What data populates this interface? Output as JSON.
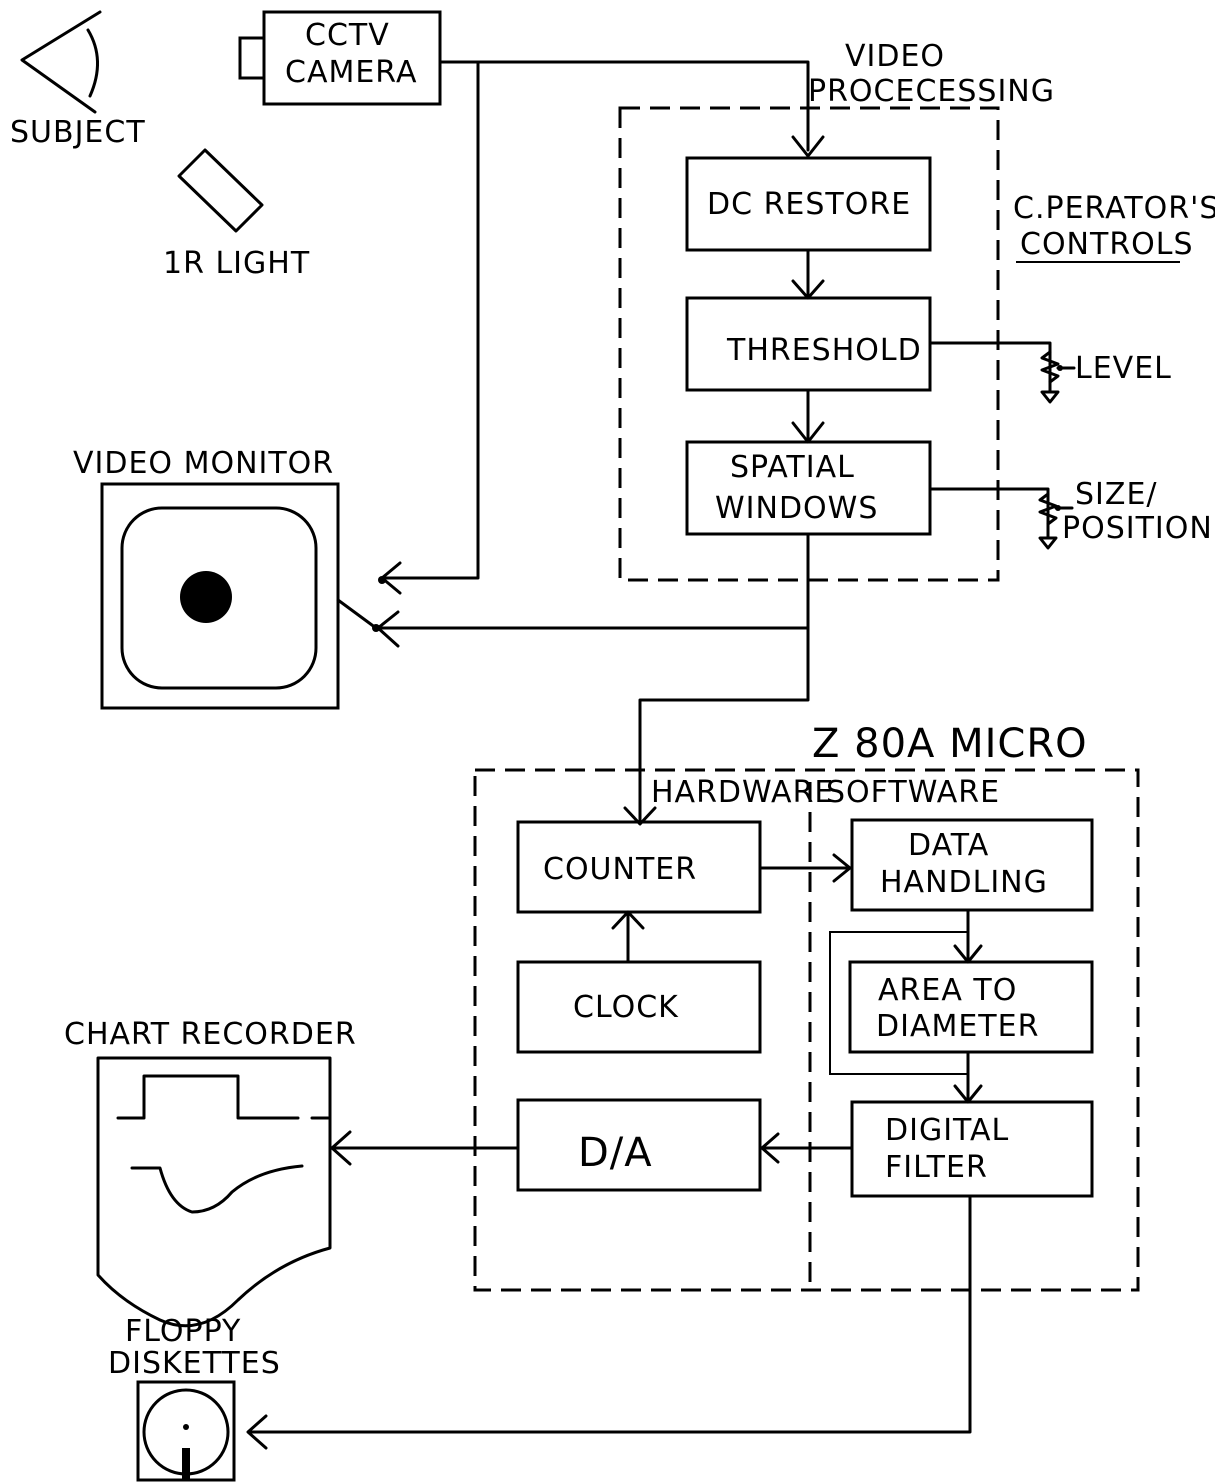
{
  "labels": {
    "subject": "SUBJECT",
    "ir_light": "1R LIGHT",
    "camera_line1": "CCTV",
    "camera_line2": "CAMERA",
    "video_processing_line1": "VIDEO",
    "video_processing_line2": "PROCECESSING",
    "operator_controls_line1": "C.PERATOR'S",
    "operator_controls_line2": "CONTROLS",
    "level": "LEVEL",
    "size_position_line1": "SIZE/",
    "size_position_line2": "POSITION",
    "video_monitor": "VIDEO MONITOR",
    "micro": "Z 80A MICRO",
    "hardware": "HARDWARE",
    "software": "SOFTWARE",
    "chart_recorder": "CHART RECORDER",
    "floppy_line1": "FLOPPY",
    "floppy_line2": "DISKETTES"
  },
  "blocks": {
    "dc_restore": "DC RESTORE",
    "threshold": "THRESHOLD",
    "spatial_windows_line1": "SPATIAL",
    "spatial_windows_line2": "WINDOWS",
    "counter": "COUNTER",
    "clock": "CLOCK",
    "da": "D/A",
    "data_handling_line1": "DATA",
    "data_handling_line2": "HANDLING",
    "area_to_diameter_line1": "AREA TO",
    "area_to_diameter_line2": "DIAMETER",
    "digital_filter_line1": "DIGITAL",
    "digital_filter_line2": "FILTER"
  }
}
